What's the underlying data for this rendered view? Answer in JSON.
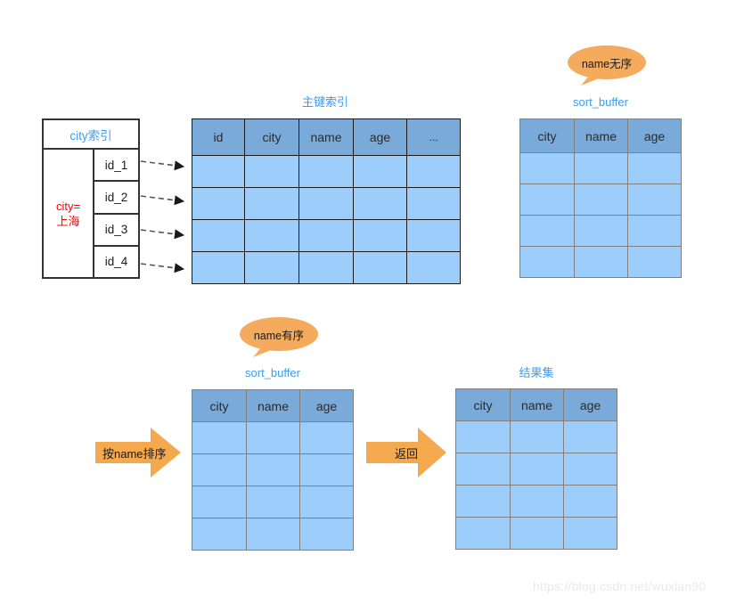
{
  "diagram": {
    "watermark": "https://blog.csdn.net/wuxian90",
    "city_index": {
      "title": "city索引",
      "condition_line1": "city=",
      "condition_line2": "上海",
      "ids": [
        "id_1",
        "id_2",
        "id_3",
        "id_4"
      ]
    },
    "primary_index": {
      "label": "主键索引",
      "columns": [
        "id",
        "city",
        "name",
        "age",
        "..."
      ],
      "row_count": 4
    },
    "sort_buffer_unsorted": {
      "label": "sort_buffer",
      "callout": "name无序",
      "columns": [
        "city",
        "name",
        "age"
      ],
      "row_count": 4
    },
    "sort_buffer_sorted": {
      "label": "sort_buffer",
      "callout": "name有序",
      "columns": [
        "city",
        "name",
        "age"
      ],
      "row_count": 4
    },
    "result_set": {
      "label": "结果集",
      "columns": [
        "city",
        "name",
        "age"
      ],
      "row_count": 4
    },
    "arrows": {
      "sort_by_name": "按name排序",
      "return": "返回"
    },
    "colors": {
      "header_fill": "#7aaada",
      "cell_fill": "#9ccdfb",
      "label_blue": "#3b9cf5",
      "condition_red": "#ff0000",
      "arrow_orange": "#f5a94e",
      "bubble_orange": "#f5ab5e",
      "grid_gray": "#808080",
      "grid_dark": "#1a1a1a"
    }
  }
}
